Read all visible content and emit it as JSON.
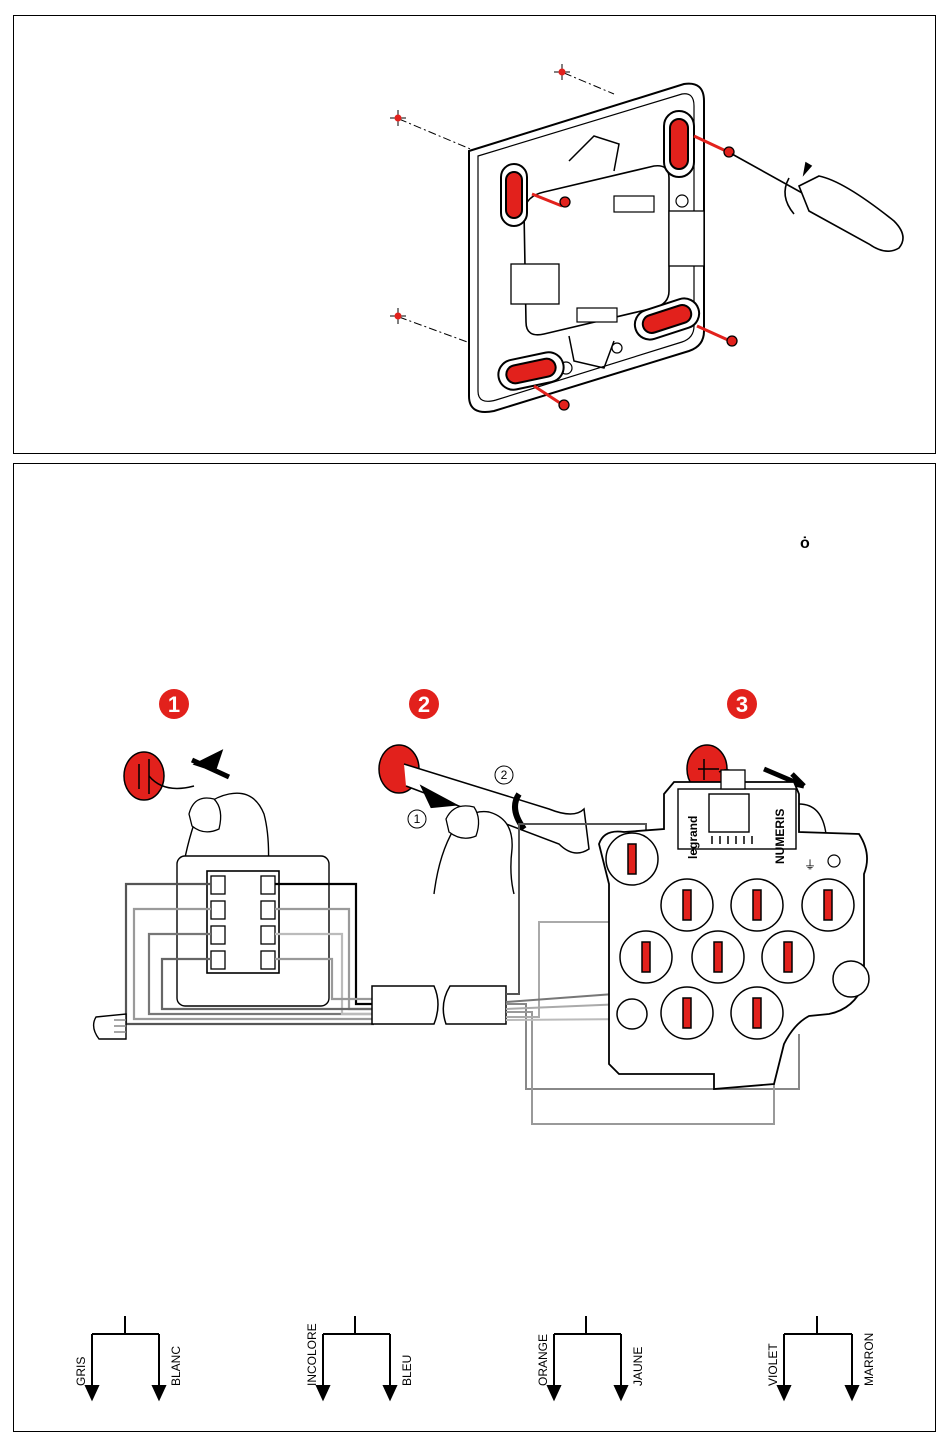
{
  "steps": [
    {
      "number": "1"
    },
    {
      "number": "2",
      "sub_labels": [
        "1",
        "2"
      ]
    },
    {
      "number": "3"
    }
  ],
  "marker_glyph": "ȯ",
  "socket_module": {
    "brand": "legrand",
    "product": "NUMERIS",
    "ground_symbol": "⏚"
  },
  "wire_pairs": [
    {
      "left": "GRIS",
      "right": "BLANC"
    },
    {
      "left": "INCOLORE",
      "right": "BLEU"
    },
    {
      "left": "ORANGE",
      "right": "JAUNE"
    },
    {
      "left": "VIOLET",
      "right": "MARRON"
    }
  ],
  "colors": {
    "accent_red": "#e2211c",
    "outline": "#000000",
    "wire_grey": "#9a9a9a"
  },
  "icons": [
    "screw-icon",
    "screwdriver-icon",
    "wall-plug-target-icon",
    "push-arrow-icon",
    "rotate-arrow-icon"
  ]
}
